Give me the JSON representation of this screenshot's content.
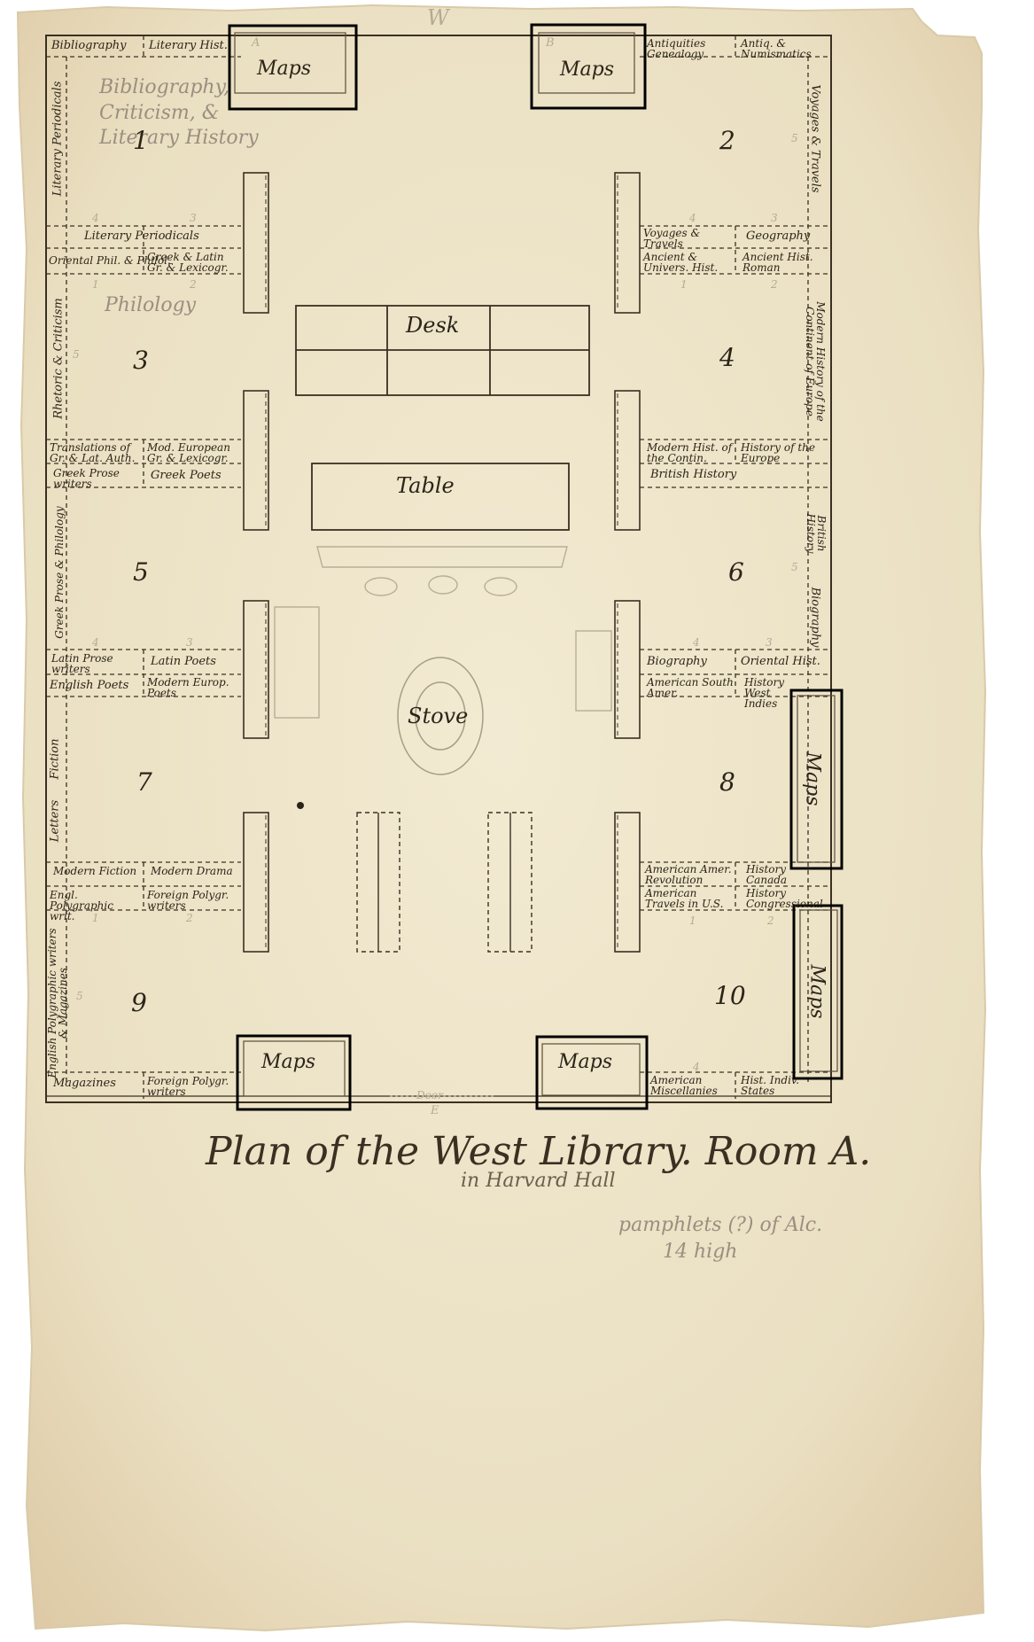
{
  "title": "Plan of the West Library. Room A.",
  "subtitle": "in Harvard Hall",
  "pencil_note": [
    "pamphlets (?) of Alc.",
    "14 high"
  ],
  "compass": {
    "top": "W",
    "bottom": "E"
  },
  "door_label": "Door",
  "highlight_color": "#000000",
  "paper_color": "#efe6cc",
  "ink_color": "#2b2418",
  "ghost_headings": {
    "left_top": "Bibliography, Criticism, & Literary History",
    "philology": "Philology"
  },
  "features": {
    "desk": "Desk",
    "table": "Table",
    "stove": "Stove",
    "maps": "Maps"
  },
  "alcove_numbers": [
    "1",
    "2",
    "3",
    "4",
    "5",
    "6",
    "7",
    "8",
    "9",
    "10"
  ],
  "shelf_letters": [
    "A",
    "B"
  ],
  "shelf_numbers": {
    "one": "1",
    "two": "2",
    "three": "3",
    "four": "4",
    "five": "5"
  },
  "left_shelves": {
    "a1_top": "Bibliography",
    "a1_top2": "Literary Hist.",
    "a1_side": "Literary Periodicals",
    "a1_band": "Literary Periodicals",
    "a1_b1": "Oriental Phil. & Philol.",
    "a1_b2": "Greek & Latin Gr. & Lexicogr.",
    "a3_side": "Rhetoric & Criticism",
    "a3_b1": "Translations of Gr. & Lat. Auth.",
    "a3_b2": "Mod. European Gr. & Lexicogr.",
    "a3_b3": "Greek Prose writers",
    "a3_b4": "Greek Poets",
    "a5_side": "Greek Prose & Philology",
    "a5_b1": "Latin Prose writers",
    "a5_b2": "Latin Poets",
    "a5_b3": "English Poets",
    "a5_b4": "Modern Europ. Poets",
    "a7_side": "Fiction",
    "a7_side2": "Letters",
    "a7_b1": "Modern Fiction",
    "a7_b2": "Modern Drama",
    "a7_b3": "Engl. Polygraphic writ.",
    "a7_b4": "Foreign Polygr. writers",
    "a9_side": "English Polygraphic writers & Magazines",
    "a9_b1": "Magazines",
    "a9_b2": "Foreign Polygr. writers"
  },
  "right_shelves": {
    "a2_top1": "Antiquities Genealogy",
    "a2_top2": "Antiq. & Numismatics",
    "a2_side": "Voyages & Travels",
    "a2_b1": "Voyages & Travels",
    "a2_b2": "Geography",
    "a2_b3": "Ancient & Univers. Hist.",
    "a2_b4": "Ancient Hist. Roman",
    "a4_side": "Modern History of the Continent of Europe",
    "a4_b1": "Modern Hist. of the Contin.",
    "a4_b2": "History of the Europe",
    "a4_b3": "British History",
    "a6_side": "British History",
    "a6_side2": "Biography",
    "a6_b1": "Biography",
    "a6_b2": "Oriental Hist.",
    "a6_b3": "American South Amer.",
    "a6_b4": "History West Indies",
    "a8_b1": "American Amer. Revolution",
    "a8_b2": "History Canada",
    "a8_b3": "American Travels in U.S.",
    "a8_b4": "History Congressional",
    "a10_b1": "American Miscellanies",
    "a10_b2": "Hist. Indiv. States"
  }
}
